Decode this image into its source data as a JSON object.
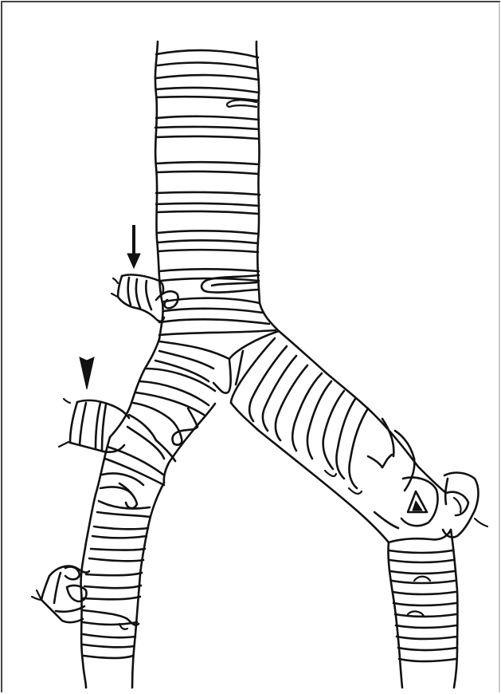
{
  "figure": {
    "subject": "tracheobronchial-tree-line-drawing",
    "text_labels": [],
    "colors": {
      "ink": "#111111",
      "background": "#ffffff",
      "frame": "#555555"
    },
    "markers": [
      {
        "kind": "arrow",
        "icon": "down-arrow-icon",
        "points_to": "accessory-tracheal-bronchus"
      },
      {
        "kind": "arrowhead",
        "icon": "arrowhead-icon",
        "points_to": "right-upper-lobe-bronchus"
      }
    ]
  }
}
